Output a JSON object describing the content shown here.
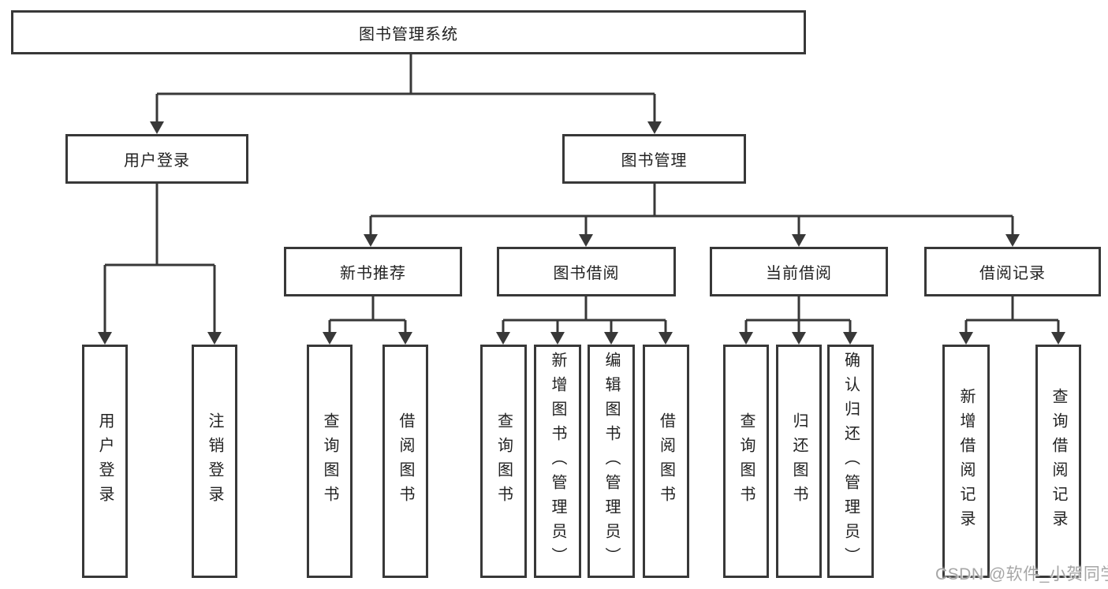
{
  "tree": {
    "label": "图书管理系统",
    "children": [
      {
        "label": "用户登录",
        "children": [
          {
            "label": "用户登录"
          },
          {
            "label": "注销登录"
          }
        ]
      },
      {
        "label": "图书管理",
        "children": [
          {
            "label": "新书推荐",
            "children": [
              {
                "label": "查询图书"
              },
              {
                "label": "借阅图书"
              }
            ]
          },
          {
            "label": "图书借阅",
            "children": [
              {
                "label": "查询图书"
              },
              {
                "label": "新增图书（管理员）"
              },
              {
                "label": "编辑图书（管理员）"
              },
              {
                "label": "借阅图书"
              }
            ]
          },
          {
            "label": "当前借阅",
            "children": [
              {
                "label": "查询图书"
              },
              {
                "label": "归还图书"
              },
              {
                "label": "确认归还（管理员）"
              }
            ]
          },
          {
            "label": "借阅记录",
            "children": [
              {
                "label": "新增借阅记录"
              },
              {
                "label": "查询借阅记录"
              }
            ]
          }
        ]
      }
    ]
  },
  "watermark": {
    "text": "CSDN @软件_小贺同学"
  },
  "colors": {
    "line": "#383838",
    "box_border": "#383838",
    "box_background": "#ffffff",
    "text": "#222222",
    "watermark": "#a6a6a6",
    "background": "#ffffff"
  }
}
